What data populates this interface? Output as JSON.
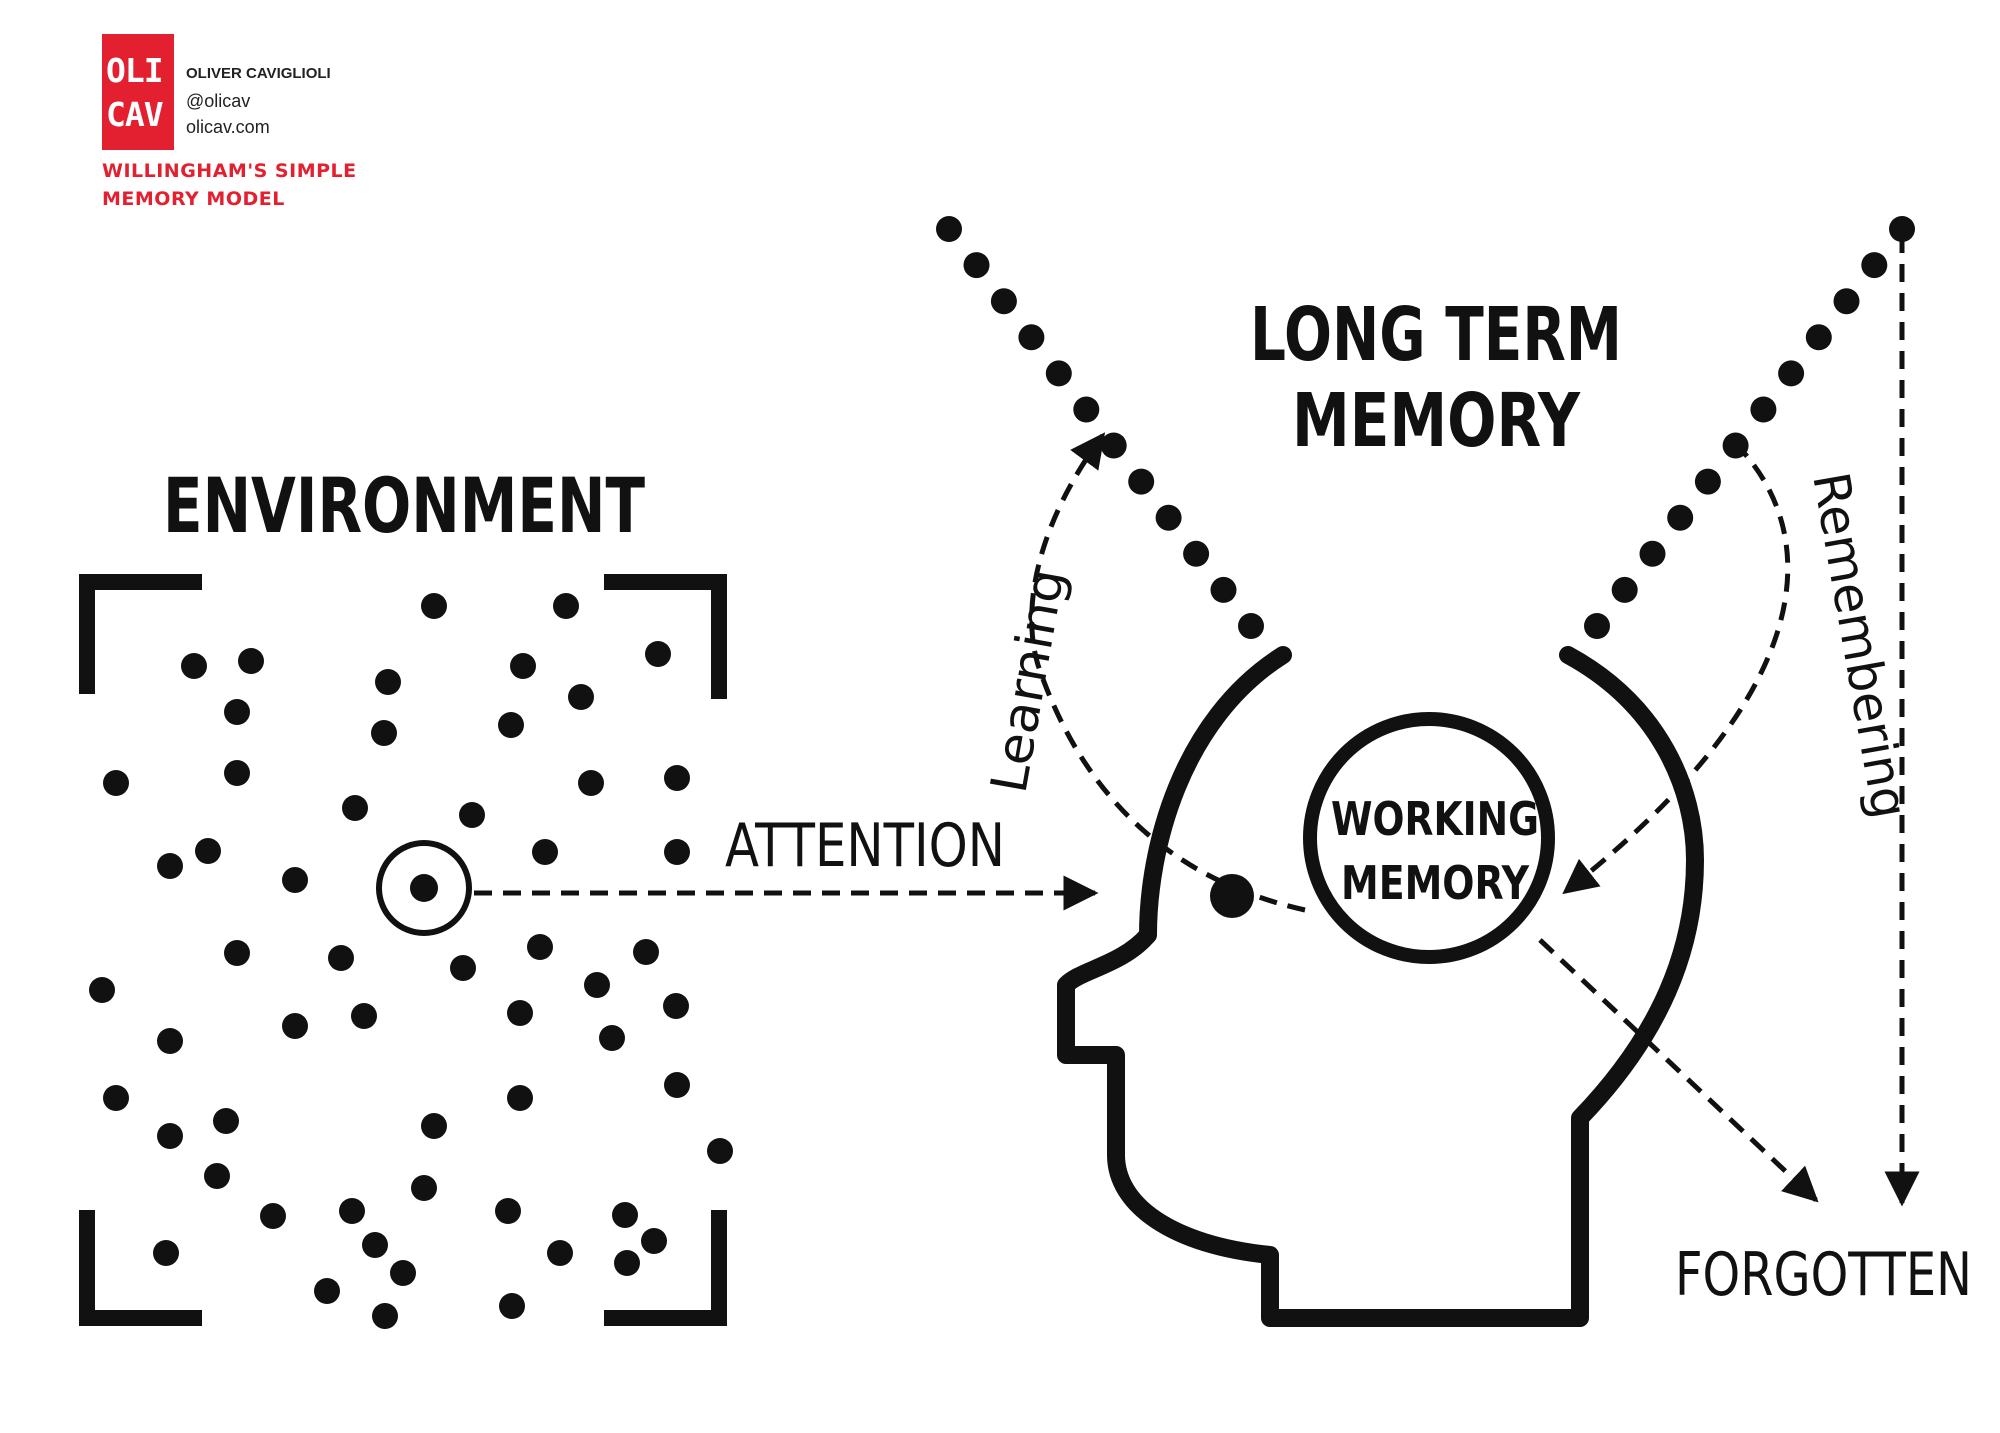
{
  "header": {
    "logo_line1": "OLI",
    "logo_line2": "CAV",
    "author_name": "OLIVER CAVIGLIOLI",
    "author_handle": "@olicav",
    "author_site": "olicav.com",
    "subtitle_line1": "WILLINGHAM'S SIMPLE",
    "subtitle_line2": "MEMORY MODEL"
  },
  "labels": {
    "environment": "ENVIRONMENT",
    "long_term_line1": "LONG TERM",
    "long_term_line2": "MEMORY",
    "working_line1": "WORKING",
    "working_line2": "MEMORY",
    "attention": "ATTENTION",
    "learning": "Learning",
    "remembering": "Remembering",
    "forgotten": "FORGOTTEN"
  },
  "colors": {
    "ink": "#111111",
    "brand_red": "#e3202f",
    "background": "#ffffff"
  }
}
